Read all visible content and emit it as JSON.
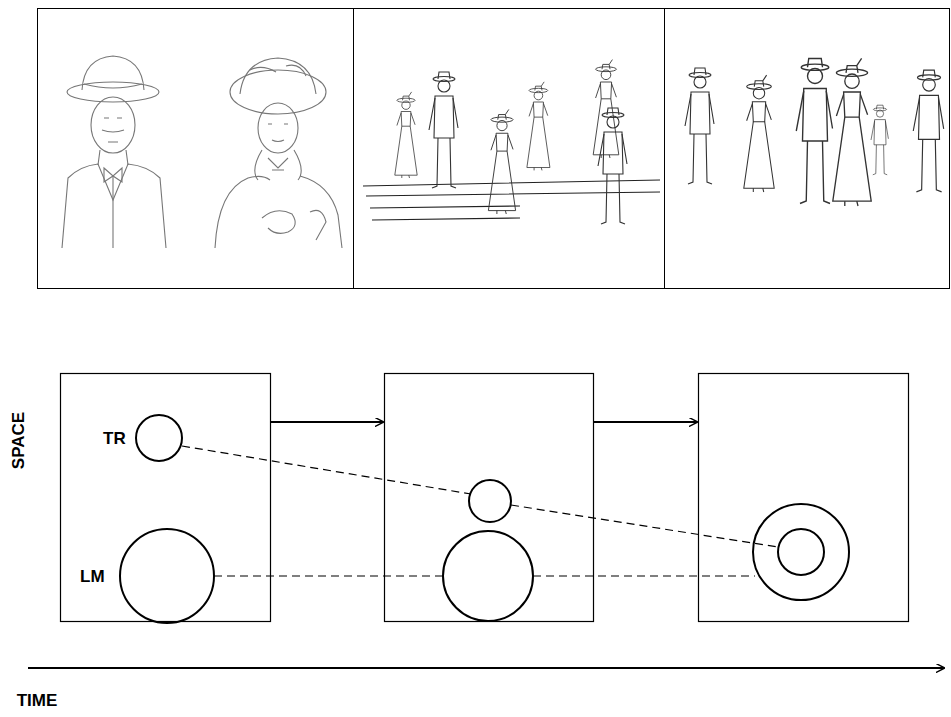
{
  "diagram": {
    "nodes": [
      {
        "text": [
          "TR"
        ]
      },
      {
        "text": [
          "LM"
        ]
      }
    ],
    "labels": [
      "SPACE",
      "TIME"
    ]
  }
}
